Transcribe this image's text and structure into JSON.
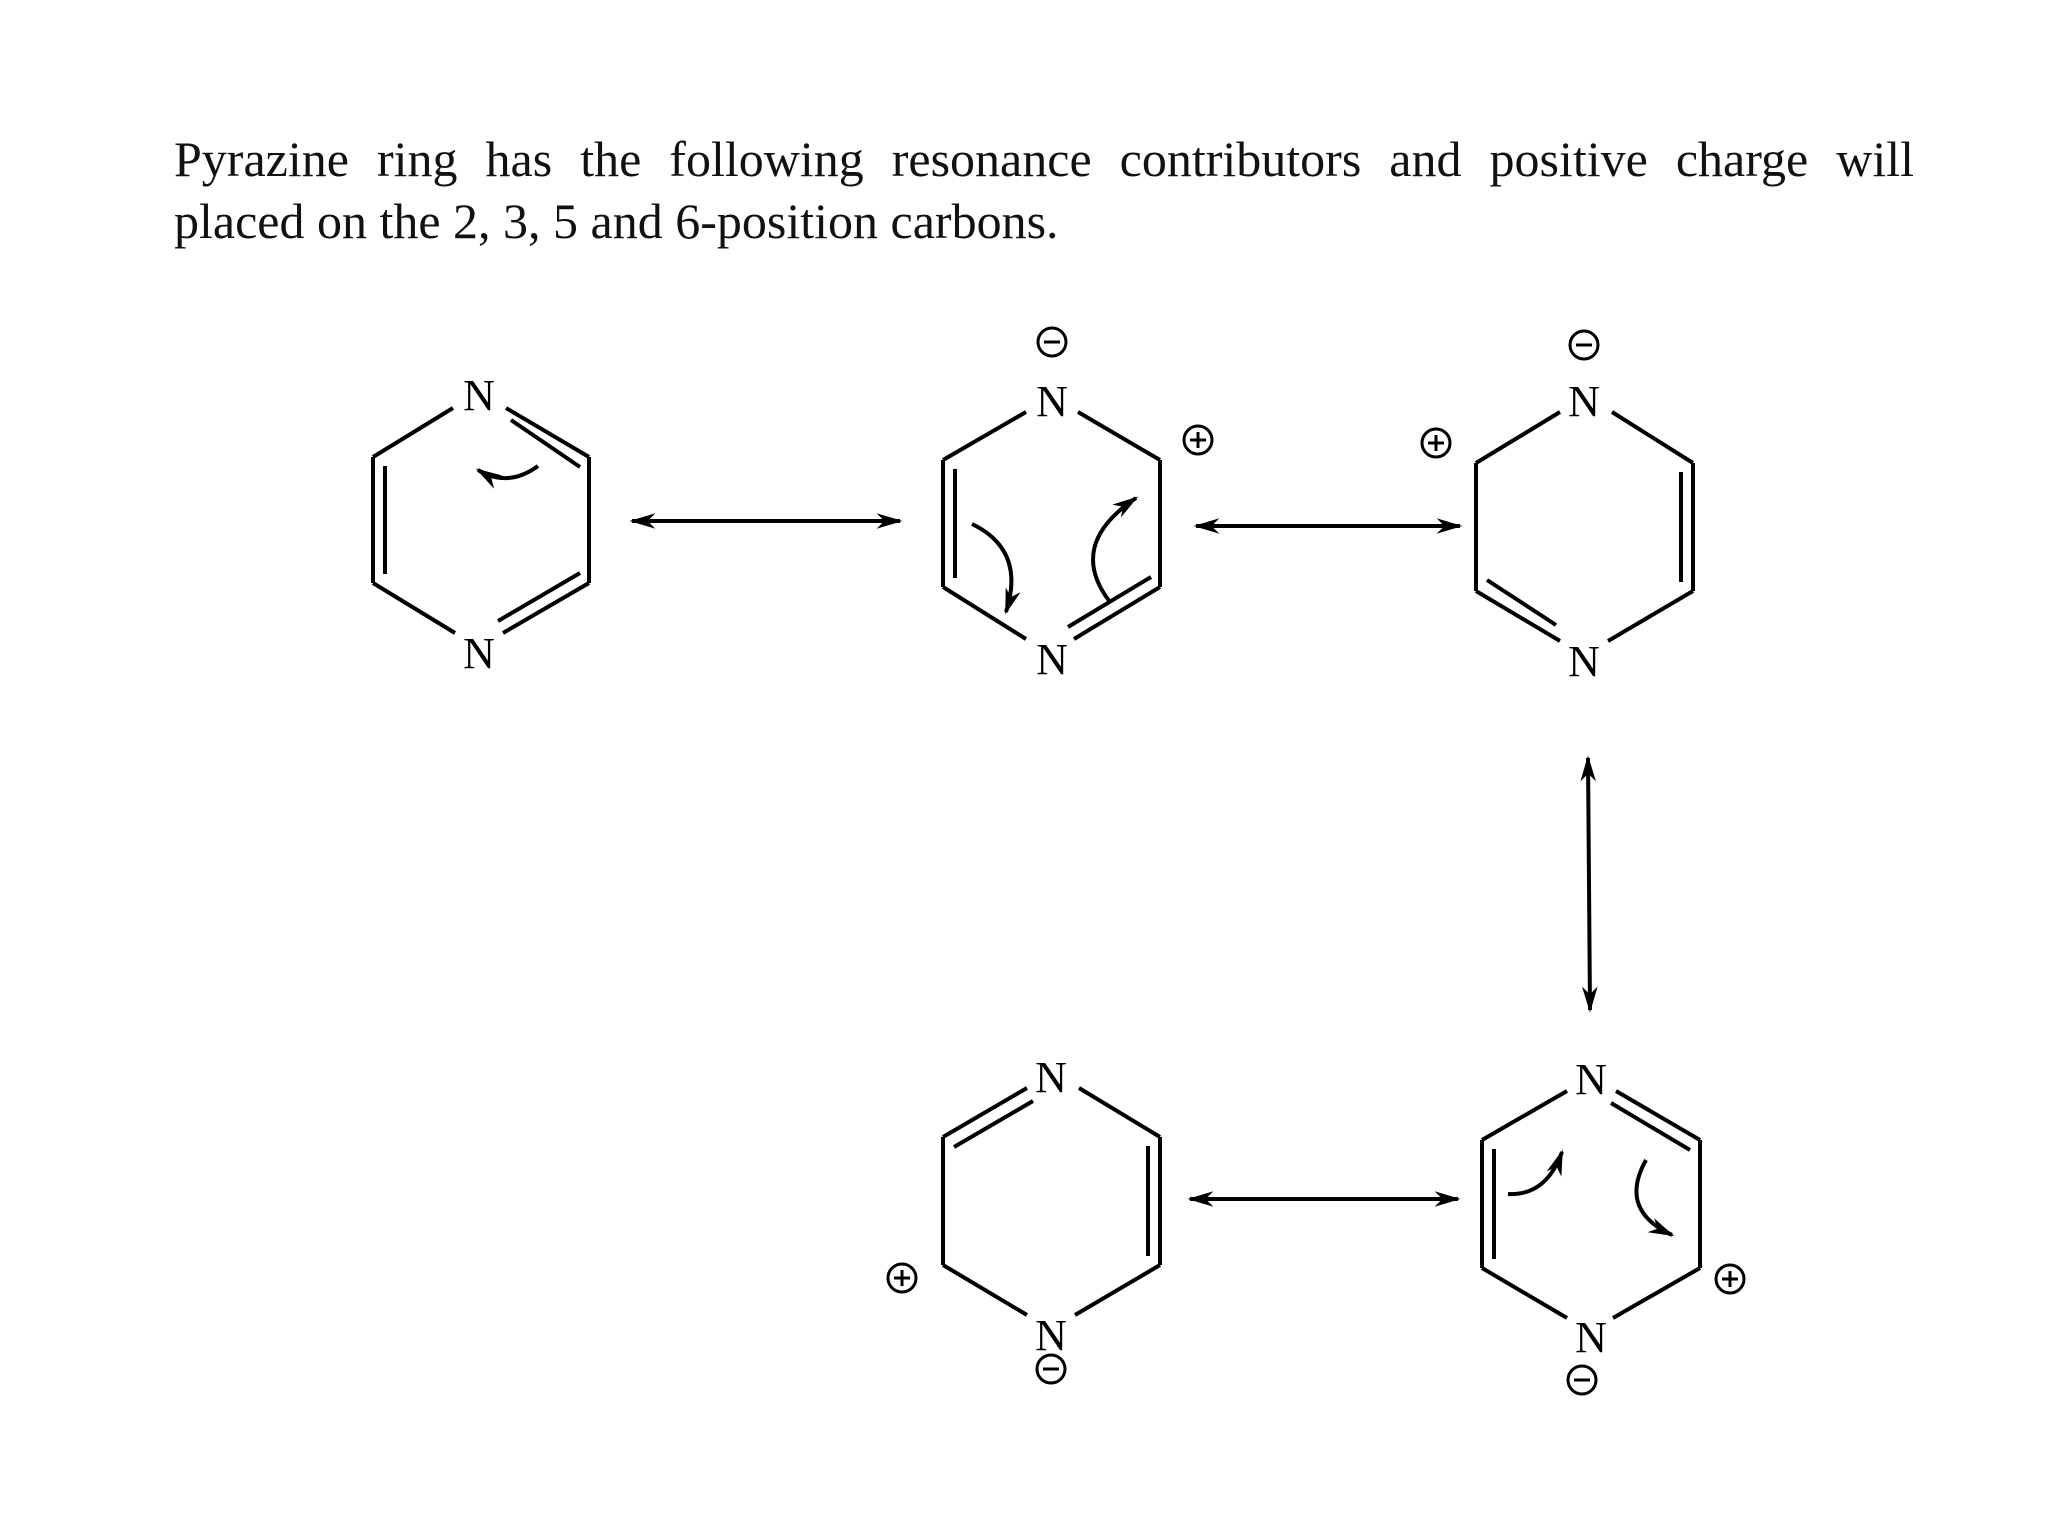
{
  "caption": {
    "line1": "Pyrazine ring has the following resonance contributors and positive charge will",
    "line2": "placed on the 2, 3, 5 and 6-position carbons."
  },
  "atoms": {
    "nitrogen": "N",
    "plus": "+",
    "minus": "−"
  },
  "colors": {
    "ink": "#000000",
    "background": "#ffffff"
  }
}
